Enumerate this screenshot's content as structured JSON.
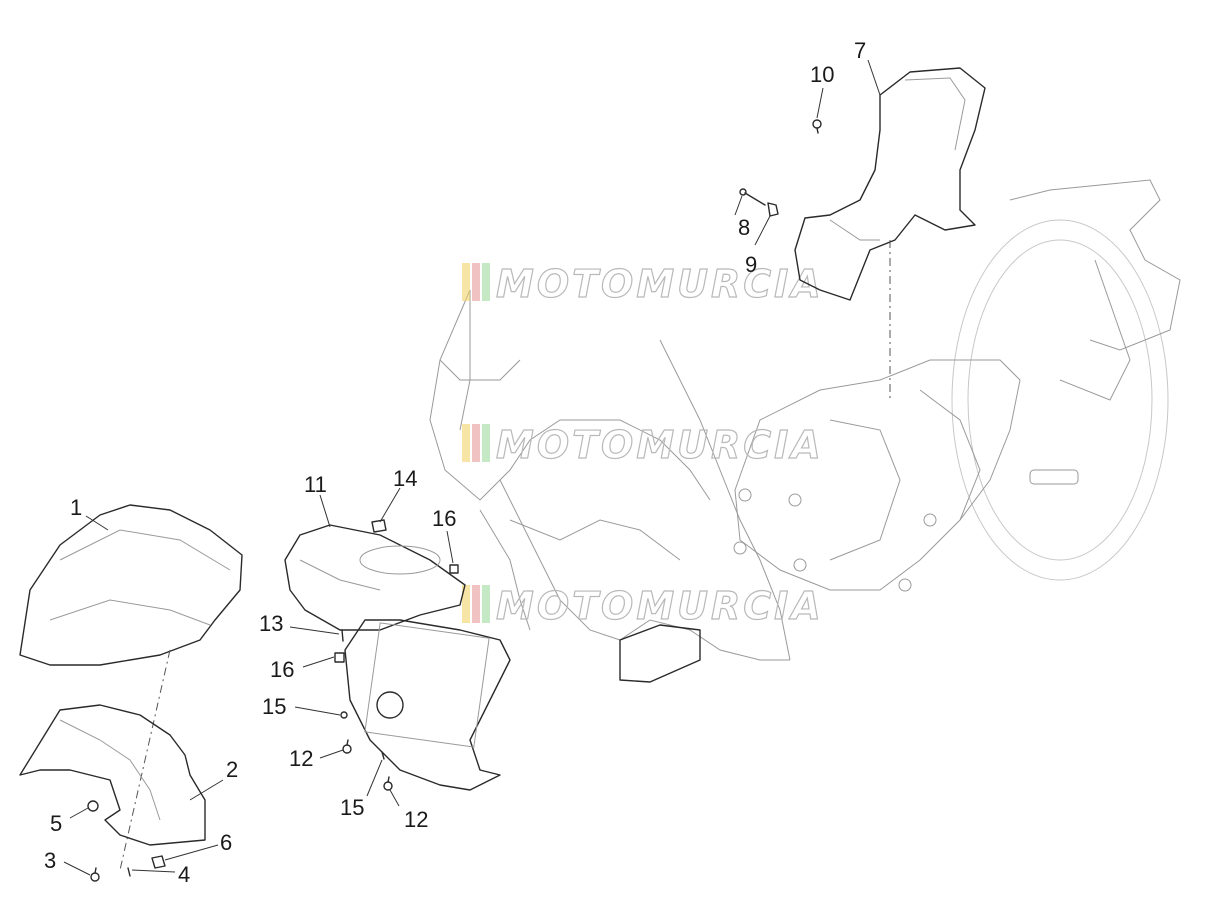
{
  "watermark": {
    "text": "MOTOMURCIA",
    "stripe_colors": [
      "#f2d36b",
      "#e89a9a",
      "#9fd89f",
      "#e8a0a0"
    ]
  },
  "callouts": [
    {
      "id": "1",
      "label": "1"
    },
    {
      "id": "2",
      "label": "2"
    },
    {
      "id": "3",
      "label": "3"
    },
    {
      "id": "4",
      "label": "4"
    },
    {
      "id": "5",
      "label": "5"
    },
    {
      "id": "6",
      "label": "6"
    },
    {
      "id": "7",
      "label": "7"
    },
    {
      "id": "8",
      "label": "8"
    },
    {
      "id": "9",
      "label": "9"
    },
    {
      "id": "10",
      "label": "10"
    },
    {
      "id": "11",
      "label": "11"
    },
    {
      "id": "12a",
      "label": "12"
    },
    {
      "id": "12b",
      "label": "12"
    },
    {
      "id": "13",
      "label": "13"
    },
    {
      "id": "14",
      "label": "14"
    },
    {
      "id": "15a",
      "label": "15"
    },
    {
      "id": "15b",
      "label": "15"
    },
    {
      "id": "16a",
      "label": "16"
    },
    {
      "id": "16b",
      "label": "16"
    }
  ]
}
